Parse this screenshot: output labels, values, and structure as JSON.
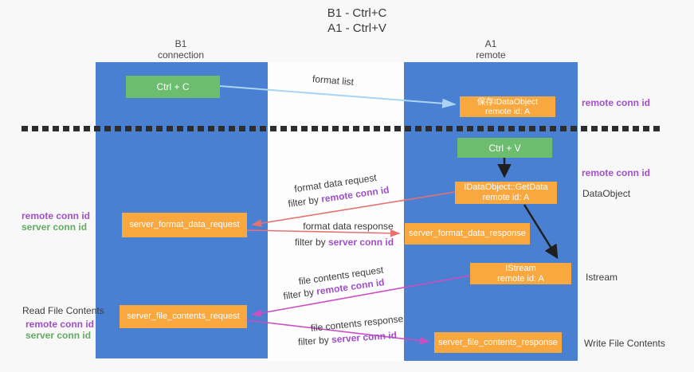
{
  "title": {
    "line1": "B1 - Ctrl+C",
    "line2": "A1 - Ctrl+V"
  },
  "lanes": {
    "b1": {
      "name": "B1",
      "subtitle": "connection"
    },
    "a1": {
      "name": "A1",
      "subtitle": "remote"
    }
  },
  "nodes": {
    "ctrl_c": {
      "label": "Ctrl + C"
    },
    "save_dataobject": {
      "line1": "保存IDataObject",
      "line2": "remote id: A"
    },
    "ctrl_v": {
      "label": "Ctrl + V"
    },
    "getdata": {
      "line1": "IDataObject::GetData",
      "line2": "remote id: A"
    },
    "format_request": {
      "label": "server_format_data_request"
    },
    "format_response": {
      "label": "server_format_data_response"
    },
    "istream": {
      "line1": "IStream",
      "line2": "remote id: A"
    },
    "file_request": {
      "label": "server_file_contents_request"
    },
    "file_response": {
      "label": "server_file_contents_response"
    }
  },
  "arrow_labels": {
    "format_list": "format list",
    "format_data_request": "format data request",
    "format_data_response": "format data response",
    "file_contents_request": "file contents request",
    "file_contents_response": "file contents response",
    "filter_by": "filter by ",
    "remote_conn_id": "remote conn id",
    "server_conn_id": "server conn id"
  },
  "side_labels": {
    "remote_conn_id": "remote conn id",
    "server_conn_id": "server conn id",
    "dataobject": "DataObject",
    "istream": "Istream",
    "read_file_contents": "Read File Contents",
    "write_file_contents": "Write File Contents"
  },
  "colors": {
    "lane_blue": "#4a80d2",
    "node_orange": "#f8a83e",
    "key_green": "#6cbd6d",
    "arrow_blue": "#aad4f2",
    "arrow_red": "#e87170",
    "arrow_magenta": "#cb4fc0",
    "arrow_black": "#1f1f1f",
    "text_purple": "#a04fc8",
    "text_green": "#62ab62"
  }
}
